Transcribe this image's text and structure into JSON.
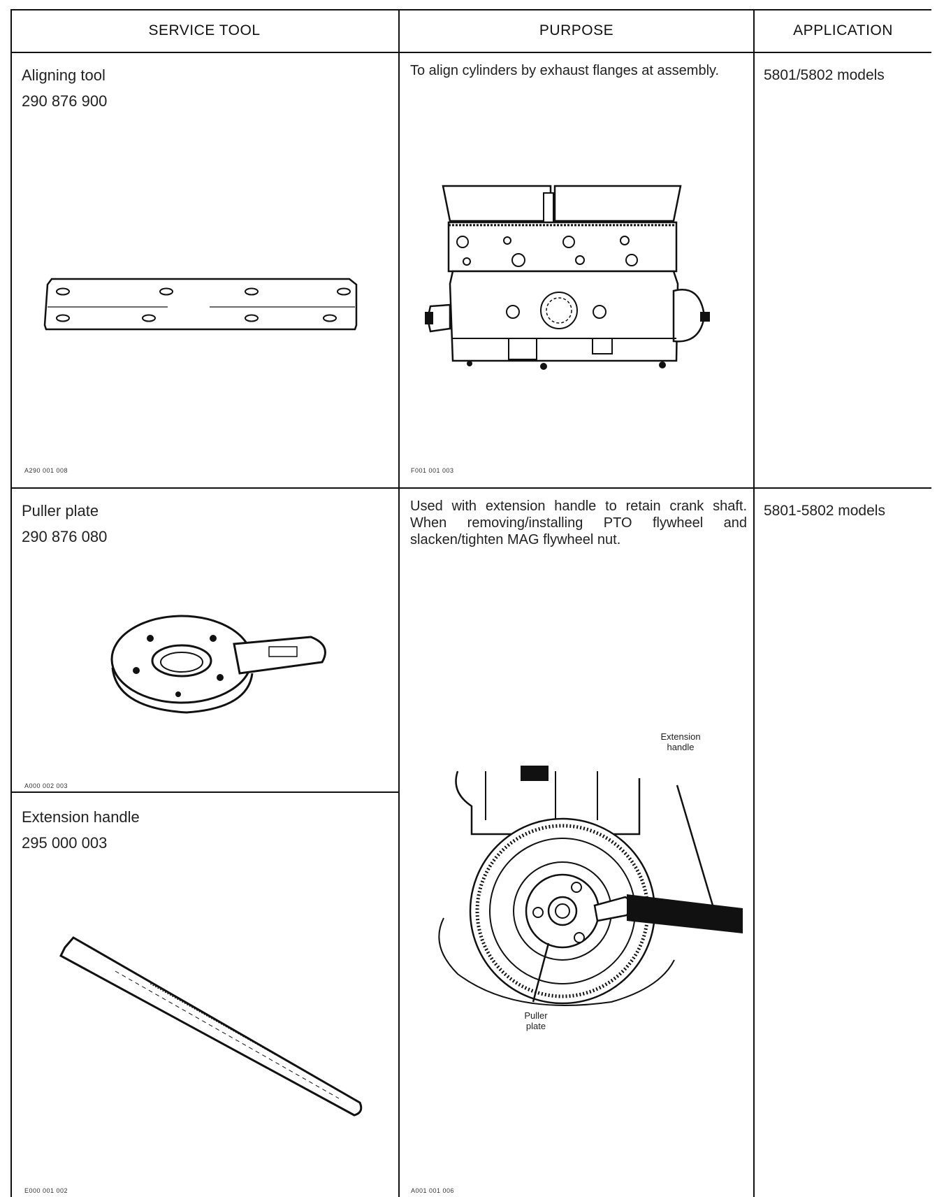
{
  "table": {
    "headers": {
      "service_tool": "SERVICE TOOL",
      "purpose": "PURPOSE",
      "application": "APPLICATION"
    },
    "rows": [
      {
        "tool_name": "Aligning tool",
        "part_number": "290 876 900",
        "tool_figure_id": "A290 001 008",
        "purpose": "To align cylinders by exhaust flanges at assembly.",
        "purpose_figure_id": "F001 001 003",
        "application": "5801/5802 models"
      },
      {
        "tool_name": "Puller plate",
        "part_number": "290 876 080",
        "tool_figure_id": "A000 002 003",
        "purpose": "Used with extension handle to retain crank shaft. When removing/installing PTO flywheel and slacken/tighten MAG flywheel nut.",
        "purpose_figure_id": "A001 001 006",
        "application": "5801-5802 models",
        "callouts": {
          "extension_handle": "Extension handle",
          "puller_plate": "Puller plate"
        }
      },
      {
        "tool_name": "Extension handle",
        "part_number": "295 000 003",
        "tool_figure_id": "E000 001 002"
      }
    ]
  }
}
